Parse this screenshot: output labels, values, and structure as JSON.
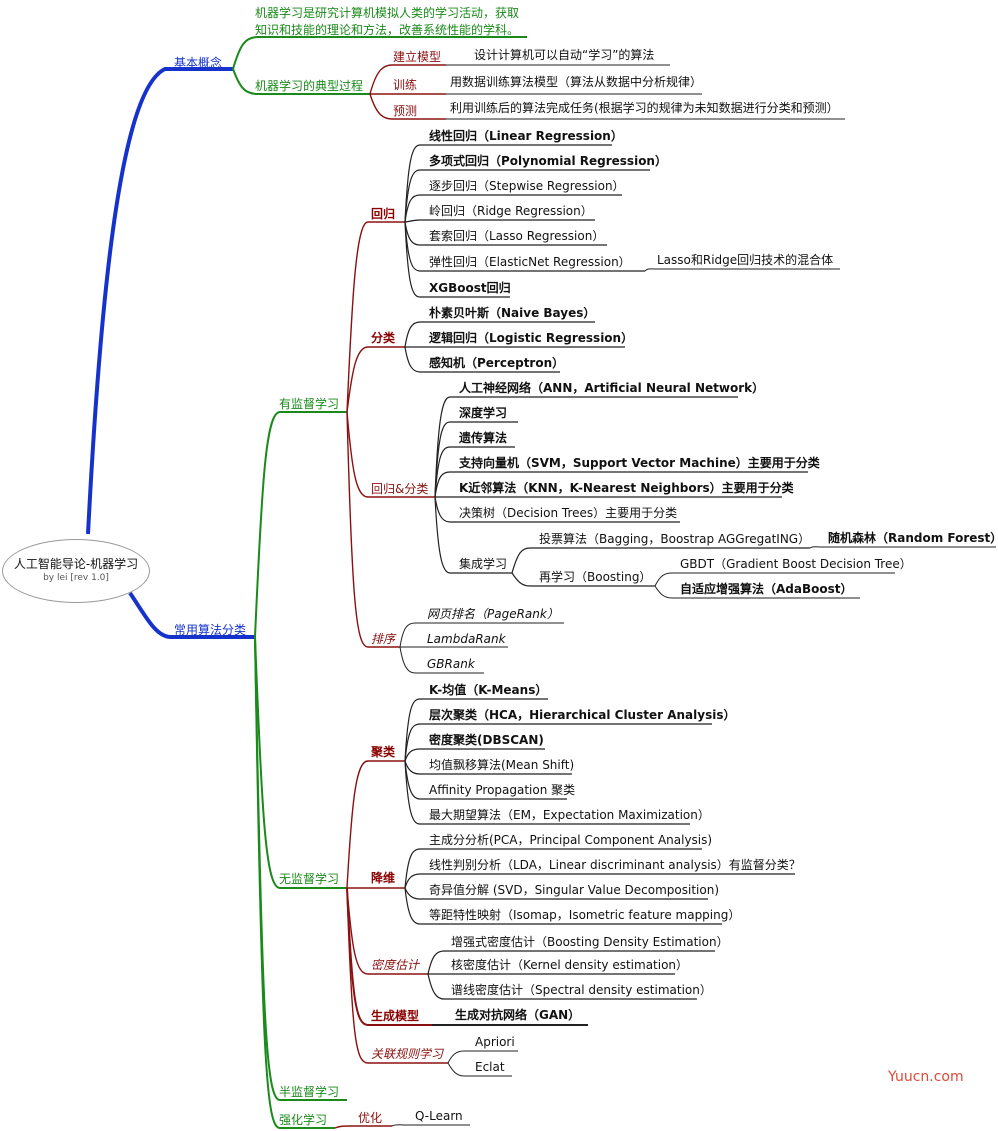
{
  "root": {
    "title": "人工智能导论-机器学习",
    "subtitle": "by lei [rev 1.0]"
  },
  "watermark": "Yuucn.com",
  "colors": {
    "blue": "#1533cc",
    "green": "#1a8a1a",
    "red": "#8b1010",
    "black": "#111111"
  },
  "basic": {
    "label": "基本概念",
    "definition_line1": "机器学习是研究计算机模拟人类的学习活动，获取",
    "definition_line2": "知识和技能的理论和方法，改善系统性能的学科。",
    "process": "机器学习的典型过程",
    "steps": [
      {
        "name": "建立模型",
        "desc": "设计计算机可以自动“学习”的算法"
      },
      {
        "name": "训练",
        "desc": "用数据训练算法模型（算法从数据中分析规律）"
      },
      {
        "name": "预测",
        "desc": "利用训练后的算法完成任务(根据学习的规律为未知数据进行分类和预测）"
      }
    ]
  },
  "algos": {
    "label": "常用算法分类",
    "supervised": {
      "label": "有监督学习",
      "regression": {
        "label": "回归",
        "items": [
          "线性回归（Linear Regression）",
          "多项式回归（Polynomial Regression）",
          "逐步回归（Stepwise Regression）",
          "岭回归（Ridge Regression）",
          "套索回归（Lasso Regression）",
          "弹性回归（ElasticNet Regression）",
          "XGBoost回归"
        ],
        "elastic_note": "Lasso和Ridge回归技术的混合体"
      },
      "classification": {
        "label": "分类",
        "items": [
          "朴素贝叶斯（Naive Bayes）",
          "逻辑回归（Logistic Regression）",
          "感知机（Perceptron）"
        ]
      },
      "both": {
        "label": "回归&分类",
        "items": [
          "人工神经网络（ANN，Artificial Neural Network）",
          "深度学习",
          "遗传算法",
          "支持向量机（SVM，Support Vector Machine）主要用于分类",
          "K近邻算法（KNN，K-Nearest Neighbors）主要用于分类",
          "决策树（Decision Trees）主要用于分类"
        ],
        "ensemble": {
          "label": "集成学习",
          "bagging": "投票算法（Bagging，Boostrap AGGregatING）",
          "random_forest": "随机森林（Random Forest）",
          "boosting": "再学习（Boosting）",
          "gbdt": "GBDT（Gradient Boost Decision Tree）",
          "adaboost": "自适应增强算法（AdaBoost）"
        }
      },
      "ranking": {
        "label": "排序",
        "items": [
          "网页排名（PageRank）",
          "LambdaRank",
          "GBRank"
        ]
      }
    },
    "unsupervised": {
      "label": "无监督学习",
      "clustering": {
        "label": "聚类",
        "items": [
          "K-均值（K-Means）",
          "层次聚类（HCA，Hierarchical Cluster Analysis）",
          "密度聚类(DBSCAN)",
          "均值飘移算法(Mean Shift)",
          "Affinity Propagation 聚类",
          "最大期望算法（EM，Expectation Maximization）"
        ]
      },
      "reduction": {
        "label": "降维",
        "items": [
          "主成分分析(PCA，Principal Component Analysis)",
          "线性判别分析（LDA，Linear discriminant analysis）有监督分类？",
          "奇异值分解 (SVD，Singular Value Decomposition)",
          "等距特性映射（Isomap，Isometric feature mapping）"
        ]
      },
      "density": {
        "label": "密度估计",
        "items": [
          "增强式密度估计（Boosting Density Estimation）",
          "核密度估计（Kernel density estimation）",
          "谱线密度估计（Spectral density estimation）"
        ]
      },
      "generative": {
        "label": "生成模型",
        "items": [
          "生成对抗网络（GAN）"
        ]
      },
      "association": {
        "label": "关联规则学习",
        "items": [
          "Apriori",
          "Eclat"
        ]
      }
    },
    "semi": {
      "label": "半监督学习"
    },
    "reinforcement": {
      "label": "强化学习",
      "optimize": "优化",
      "qlearn": "Q-Learn"
    }
  }
}
